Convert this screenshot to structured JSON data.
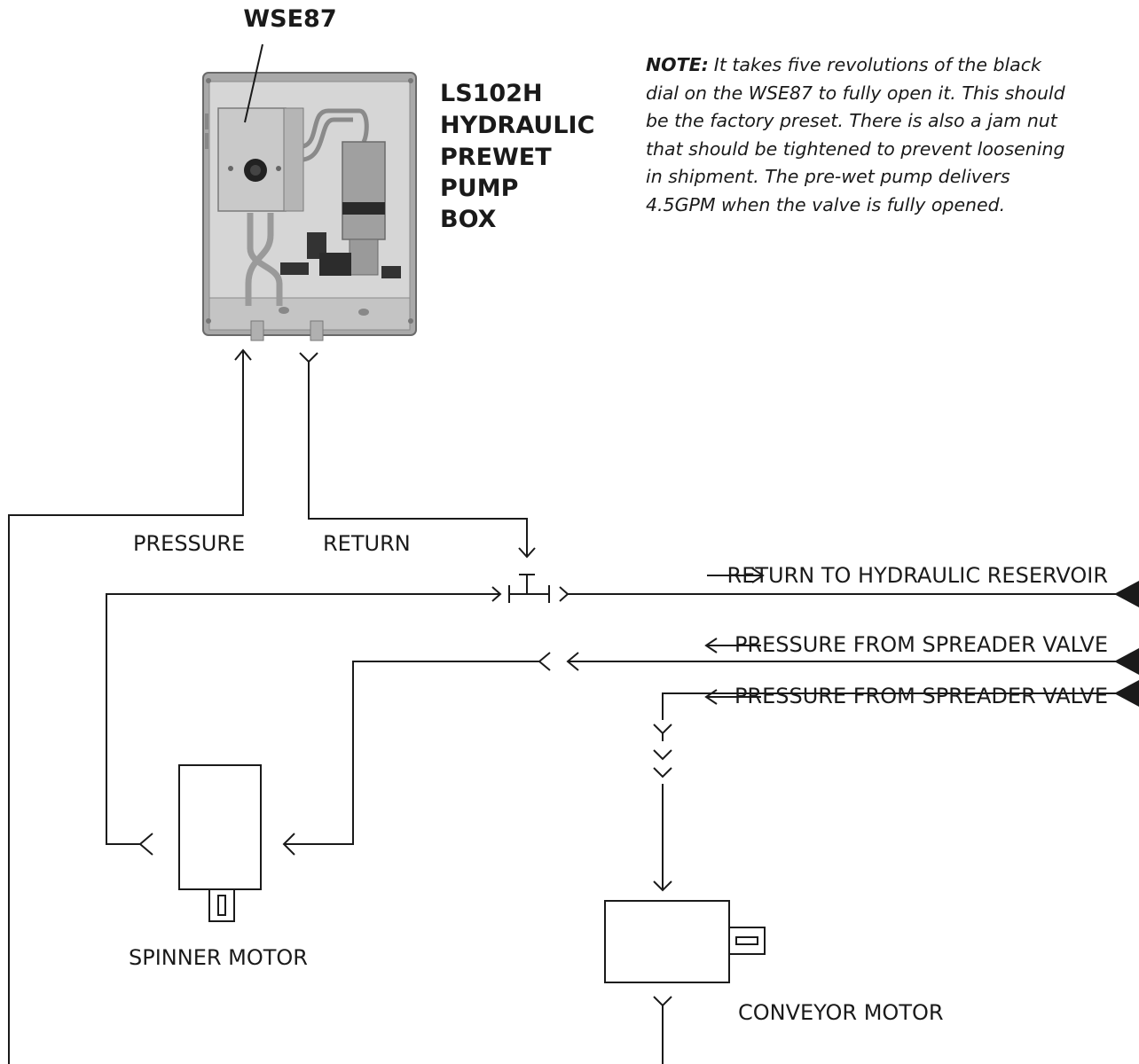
{
  "callout": "WSE87",
  "box_title": [
    "LS102H",
    "HYDRAULIC",
    "PREWET",
    "PUMP",
    "BOX"
  ],
  "note": {
    "label": "NOTE:",
    "lines": [
      "It takes five revolutions of the black",
      "dial on the WSE87 to fully open it. This should",
      "be the factory preset. There is also a jam nut",
      "that should be tightened to prevent loosening",
      "in shipment. The pre-wet pump delivers",
      "4.5GPM when the valve is fully opened."
    ]
  },
  "labels": {
    "pressure": "PRESSURE",
    "return": "RETURN",
    "return_reservoir": "RETURN TO HYDRAULIC RESERVOIR",
    "pressure_spreader_1": "PRESSURE FROM SPREADER VALVE",
    "pressure_spreader_2": "PRESSURE FROM SPREADER VALVE",
    "spinner_motor": "SPINNER MOTOR",
    "conveyor_motor": "CONVEYOR MOTOR"
  }
}
